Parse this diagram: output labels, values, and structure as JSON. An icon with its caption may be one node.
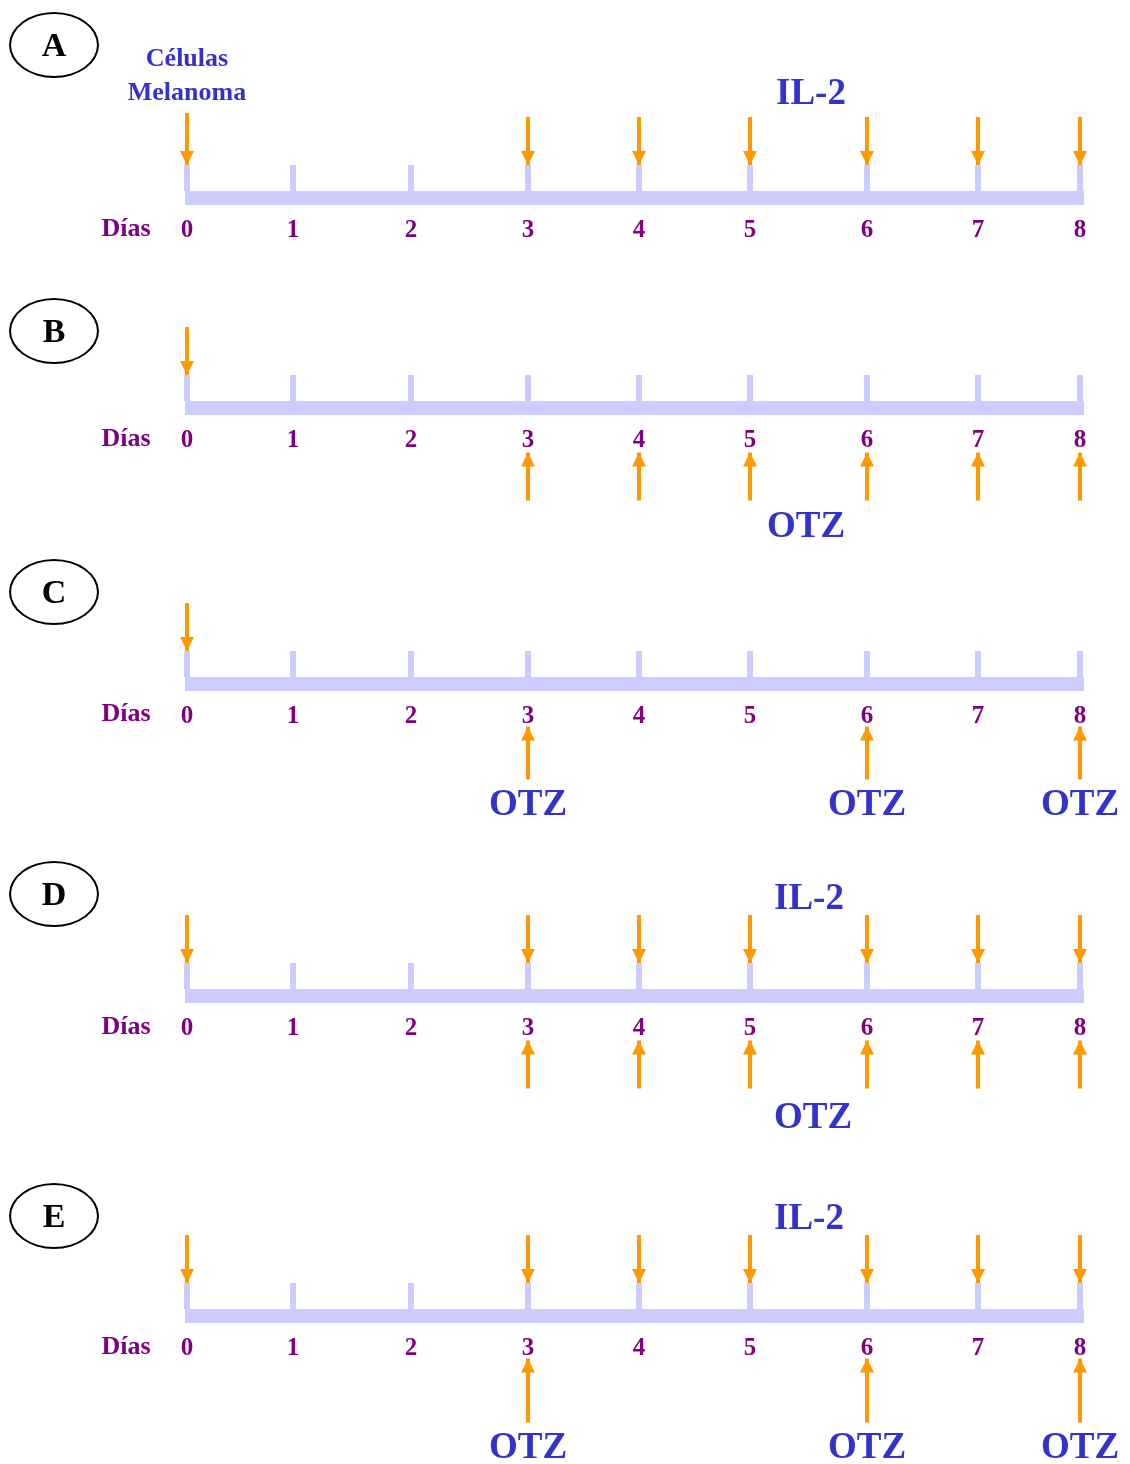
{
  "diagram": {
    "nodes": [
      {
        "text": [
          "A"
        ]
      },
      {
        "text": [
          "Células Melanoma"
        ]
      },
      {
        "text": [],
        "shape": "bar"
      },
      {
        "text": [],
        "shape": "bar"
      },
      {
        "text": [],
        "shape": "bar"
      },
      {
        "text": [],
        "shape": "bar"
      },
      {
        "text": [],
        "shape": "bar"
      },
      {
        "text": [],
        "shape": "bar"
      },
      {
        "text": [],
        "shape": "bar"
      },
      {
        "text": [],
        "shape": "bar"
      },
      {
        "text": [],
        "shape": "bar"
      },
      {
        "text": [
          "0"
        ]
      },
      {
        "text": [
          "1"
        ]
      },
      {
        "text": [
          "2"
        ]
      },
      {
        "text": [
          "3"
        ]
      },
      {
        "text": [
          "4"
        ]
      },
      {
        "text": [
          "5"
        ]
      },
      {
        "text": [
          "6"
        ]
      },
      {
        "text": [
          "7"
        ]
      },
      {
        "text": [
          "8"
        ]
      },
      {
        "text": [
          "B"
        ]
      },
      {
        "text": [],
        "shape": "bar"
      },
      {
        "text": [],
        "shape": "bar"
      },
      {
        "text": [],
        "shape": "bar"
      },
      {
        "text": [],
        "shape": "bar"
      },
      {
        "text": [],
        "shape": "bar"
      },
      {
        "text": [],
        "shape": "bar"
      },
      {
        "text": [],
        "shape": "bar"
      },
      {
        "text": [],
        "shape": "bar"
      },
      {
        "text": [],
        "shape": "bar"
      },
      {
        "text": [
          "0"
        ]
      },
      {
        "text": [
          "1"
        ]
      },
      {
        "text": [
          "2"
        ]
      },
      {
        "text": [
          "3"
        ]
      },
      {
        "text": [
          "4"
        ]
      },
      {
        "text": [
          "5"
        ]
      },
      {
        "text": [
          "6"
        ]
      },
      {
        "text": [
          "7"
        ]
      },
      {
        "text": [
          "8"
        ]
      },
      {
        "text": [
          "C"
        ]
      },
      {
        "text": [],
        "shape": "bar"
      },
      {
        "text": [],
        "shape": "bar"
      },
      {
        "text": [],
        "shape": "bar"
      },
      {
        "text": [],
        "shape": "bar"
      },
      {
        "text": [],
        "shape": "bar"
      },
      {
        "text": [],
        "shape": "bar"
      },
      {
        "text": [],
        "shape": "bar"
      },
      {
        "text": [],
        "shape": "bar"
      },
      {
        "text": [],
        "shape": "bar"
      },
      {
        "text": [
          "0"
        ]
      },
      {
        "text": [
          "1"
        ]
      },
      {
        "text": [
          "2"
        ]
      },
      {
        "text": [
          "3"
        ]
      },
      {
        "text": [
          "4"
        ]
      },
      {
        "text": [
          "5"
        ]
      },
      {
        "text": [
          "6"
        ]
      },
      {
        "text": [
          "7"
        ]
      },
      {
        "text": [
          "8"
        ]
      },
      {
        "text": [
          "OTZ"
        ]
      },
      {
        "text": [
          "OTZ"
        ]
      },
      {
        "text": [
          "OTZ"
        ]
      },
      {
        "text": [
          "D"
        ]
      },
      {
        "text": [],
        "shape": "bar"
      },
      {
        "text": [],
        "shape": "bar"
      },
      {
        "text": [],
        "shape": "bar"
      },
      {
        "text": [],
        "shape": "bar"
      },
      {
        "text": [],
        "shape": "bar"
      },
      {
        "text": [],
        "shape": "bar"
      },
      {
        "text": [],
        "shape": "bar"
      },
      {
        "text": [],
        "shape": "bar"
      },
      {
        "text": [],
        "shape": "bar"
      },
      {
        "text": [
          "0"
        ]
      },
      {
        "text": [
          "1"
        ]
      },
      {
        "text": [
          "2"
        ]
      },
      {
        "text": [
          "3"
        ]
      },
      {
        "text": [
          "4"
        ]
      },
      {
        "text": [
          "5"
        ]
      },
      {
        "text": [
          "6"
        ]
      },
      {
        "text": [
          "7"
        ]
      },
      {
        "text": [
          "8"
        ]
      },
      {
        "text": [
          "E"
        ]
      },
      {
        "text": [],
        "shape": "bar"
      },
      {
        "text": [],
        "shape": "bar"
      },
      {
        "text": [],
        "shape": "bar"
      },
      {
        "text": [],
        "shape": "bar"
      },
      {
        "text": [],
        "shape": "bar"
      },
      {
        "text": [],
        "shape": "bar"
      },
      {
        "text": [],
        "shape": "bar"
      },
      {
        "text": [],
        "shape": "bar"
      },
      {
        "text": [],
        "shape": "bar"
      },
      {
        "text": [
          "0"
        ]
      },
      {
        "text": [
          "1"
        ]
      },
      {
        "text": [
          "2"
        ]
      },
      {
        "text": [
          "3"
        ]
      },
      {
        "text": [
          "4"
        ]
      },
      {
        "text": [
          "5"
        ]
      },
      {
        "text": [
          "6"
        ]
      },
      {
        "text": [
          "7"
        ]
      },
      {
        "text": [
          "8"
        ]
      },
      {
        "text": [
          "OTZ"
        ]
      },
      {
        "text": [
          "OTZ"
        ]
      },
      {
        "text": [
          "OTZ"
        ]
      },
      {
        "text": [],
        "shape": "bar"
      },
      {
        "text": [],
        "shape": "bar"
      },
      {
        "text": [],
        "shape": "bar"
      },
      {
        "text": [],
        "shape": "bar"
      },
      {
        "text": [],
        "shape": "bar"
      }
    ],
    "edges": [
      {
        "from": 1,
        "to": 2,
        "arrow": "to"
      },
      {
        "from": null,
        "to": 5,
        "arrow": "to"
      },
      {
        "from": null,
        "to": 6,
        "arrow": "to"
      },
      {
        "from": null,
        "to": 7,
        "arrow": "to"
      },
      {
        "from": null,
        "to": 8,
        "arrow": "to"
      },
      {
        "from": null,
        "to": 9,
        "arrow": "to"
      },
      {
        "from": null,
        "to": 10,
        "arrow": "to"
      },
      {
        "from": null,
        "to": 21,
        "arrow": "to"
      },
      {
        "from": null,
        "to": 33,
        "arrow": "to"
      },
      {
        "from": null,
        "to": 34,
        "arrow": "to"
      },
      {
        "from": null,
        "to": 35,
        "arrow": "to"
      },
      {
        "from": null,
        "to": 36,
        "arrow": "to"
      },
      {
        "from": null,
        "to": 37,
        "arrow": "to"
      },
      {
        "from": null,
        "to": 38,
        "arrow": "to"
      },
      {
        "from": null,
        "to": 40,
        "arrow": "to"
      },
      {
        "from": 58,
        "to": 52,
        "arrow": "to"
      },
      {
        "from": 59,
        "to": 55,
        "arrow": "to"
      },
      {
        "from": 60,
        "to": 57,
        "arrow": "to"
      },
      {
        "from": null,
        "to": 62,
        "arrow": "to"
      },
      {
        "from": null,
        "to": 65,
        "arrow": "to"
      },
      {
        "from": null,
        "to": 66,
        "arrow": "to"
      },
      {
        "from": null,
        "to": 67,
        "arrow": "to"
      },
      {
        "from": null,
        "to": 68,
        "arrow": "to"
      },
      {
        "from": null,
        "to": 69,
        "arrow": "to"
      },
      {
        "from": null,
        "to": 70,
        "arrow": "to"
      },
      {
        "from": null,
        "to": 74,
        "arrow": "to"
      },
      {
        "from": null,
        "to": 75,
        "arrow": "to"
      },
      {
        "from": null,
        "to": 76,
        "arrow": "to"
      },
      {
        "from": null,
        "to": 77,
        "arrow": "to"
      },
      {
        "from": null,
        "to": 78,
        "arrow": "to"
      },
      {
        "from": null,
        "to": 79,
        "arrow": "to"
      },
      {
        "from": null,
        "to": 81,
        "arrow": "to"
      },
      {
        "from": null,
        "to": 84,
        "arrow": "to"
      },
      {
        "from": null,
        "to": 85,
        "arrow": "to"
      },
      {
        "from": null,
        "to": 86,
        "arrow": "to"
      },
      {
        "from": null,
        "to": 87,
        "arrow": "to"
      },
      {
        "from": null,
        "to": 88,
        "arrow": "to"
      },
      {
        "from": null,
        "to": 89,
        "arrow": "to"
      },
      {
        "from": 99,
        "to": 93,
        "arrow": "to"
      },
      {
        "from": 100,
        "to": 96,
        "arrow": "to"
      },
      {
        "from": 101,
        "to": 98,
        "arrow": "to"
      }
    ],
    "labels": [
      "IL-2",
      "Días",
      "Días",
      "OTZ",
      "Días",
      "IL-2",
      "Días",
      "OTZ",
      "IL-2",
      "Días"
    ]
  }
}
